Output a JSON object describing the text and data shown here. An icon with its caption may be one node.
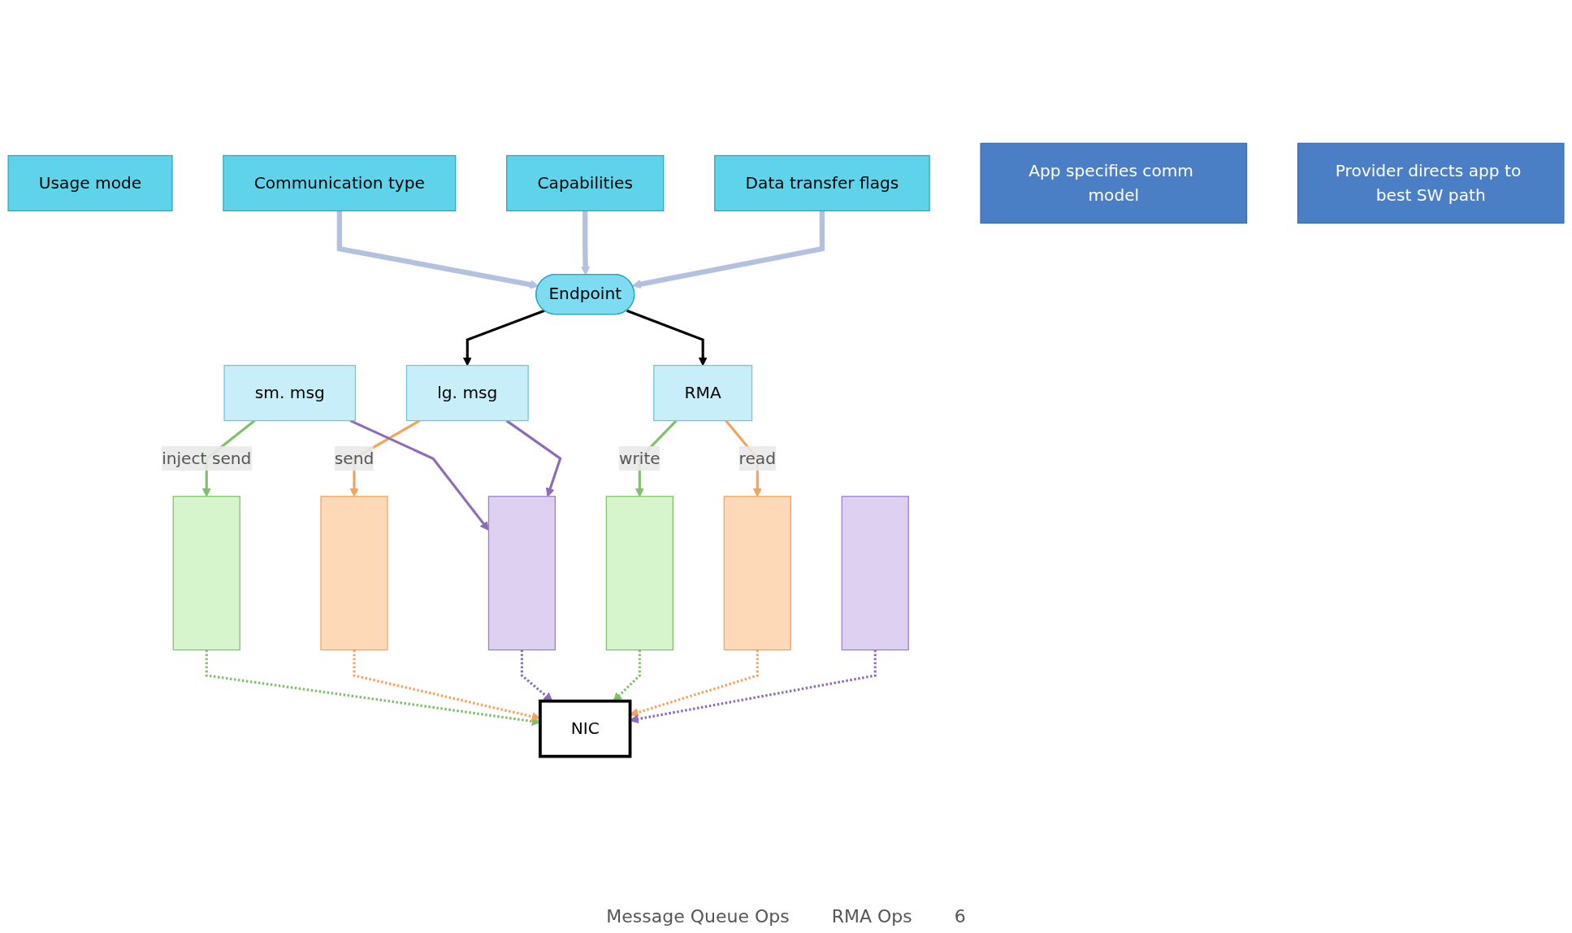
{
  "diagram": {
    "nodes": [
      {
        "text": [
          "Usage mode"
        ]
      },
      {
        "text": [
          "Communication type"
        ]
      },
      {
        "text": [
          "Capabilities"
        ]
      },
      {
        "text": [
          "Data transfer flags"
        ]
      },
      {
        "text": [
          "Endpoint"
        ]
      },
      {
        "text": [
          "App specifies comm model"
        ]
      },
      {
        "text": [
          "Provider directs app to best SW path"
        ]
      },
      {
        "text": [
          "sm. msg"
        ]
      },
      {
        "text": [
          "lg. msg"
        ]
      },
      {
        "text": [
          "RMA"
        ]
      },
      {
        "text": [],
        "shape": "bar"
      },
      {
        "text": [],
        "shape": "bar"
      },
      {
        "text": [],
        "shape": "bar"
      },
      {
        "text": [],
        "shape": "bar"
      },
      {
        "text": [],
        "shape": "bar"
      },
      {
        "text": [],
        "shape": "bar"
      },
      {
        "text": [
          "NIC"
        ]
      }
    ],
    "edges": [
      {
        "from": 1,
        "to": 4,
        "arrow": "to",
        "style": "thick",
        "color": "#b4c0e0"
      },
      {
        "from": 2,
        "to": 4,
        "arrow": "to",
        "style": "thick",
        "color": "#b4c0e0"
      },
      {
        "from": 3,
        "to": 4,
        "arrow": "to",
        "style": "thick",
        "color": "#b4c0e0"
      },
      {
        "from": 4,
        "to": 8,
        "arrow": "to",
        "color": "#000000"
      },
      {
        "from": 4,
        "to": 9,
        "arrow": "to",
        "color": "#000000"
      },
      {
        "from": 7,
        "to": 10,
        "arrow": "to",
        "label": "inject send",
        "color": "#7fc06a"
      },
      {
        "from": 8,
        "to": 11,
        "arrow": "to",
        "label": "send",
        "color": "#f4a35a"
      },
      {
        "from": 7,
        "to": 12,
        "arrow": "to",
        "color": "#8e6bb8"
      },
      {
        "from": 8,
        "to": 12,
        "arrow": "to",
        "color": "#8e6bb8"
      },
      {
        "from": 9,
        "to": 13,
        "arrow": "to",
        "label": "write",
        "color": "#7fc06a"
      },
      {
        "from": 9,
        "to": 14,
        "arrow": "to",
        "label": "read",
        "color": "#f4a35a"
      },
      {
        "from": 10,
        "to": 16,
        "arrow": "to",
        "style": "dashed",
        "color": "#7fc06a"
      },
      {
        "from": 11,
        "to": 16,
        "arrow": "to",
        "style": "dashed",
        "color": "#f4a35a"
      },
      {
        "from": 12,
        "to": 16,
        "arrow": "to",
        "style": "dashed",
        "color": "#8e6bb8"
      },
      {
        "from": 13,
        "to": 16,
        "arrow": "to",
        "style": "dashed",
        "color": "#7fc06a"
      },
      {
        "from": 14,
        "to": 16,
        "arrow": "to",
        "style": "dashed",
        "color": "#f4a35a"
      },
      {
        "from": 15,
        "to": 16,
        "arrow": "to",
        "style": "dashed",
        "color": "#8e6bb8"
      }
    ],
    "labels": [
      "Message Queue Ops",
      "RMA Ops",
      "6"
    ]
  }
}
